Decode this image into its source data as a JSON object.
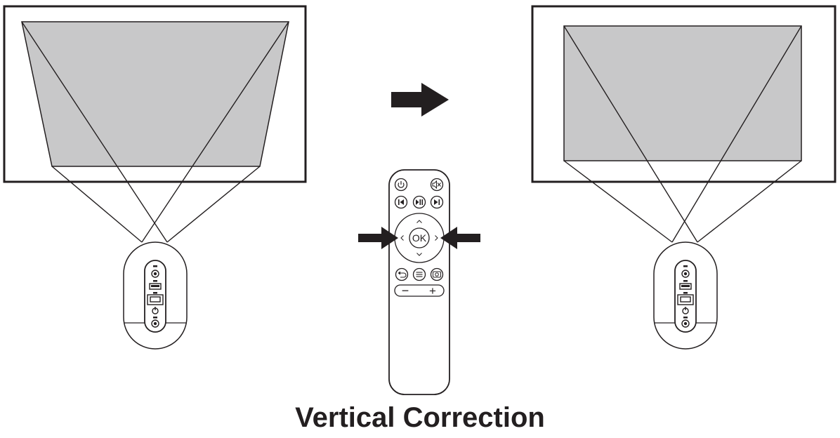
{
  "caption": "Vertical Correction",
  "colors": {
    "line": "#231f20",
    "image_fill": "#c8c8c9",
    "background": "#ffffff"
  },
  "left_scene": {
    "state": "before",
    "image_shape": "trapezoid (keystone distortion)",
    "projector_ports": [
      "audio-jack-icon",
      "usb-icon",
      "hdmi-icon",
      "power-icon",
      "dc-in-icon"
    ]
  },
  "right_scene": {
    "state": "after",
    "image_shape": "rectangle (corrected)",
    "projector_ports": [
      "audio-jack-icon",
      "usb-icon",
      "hdmi-icon",
      "power-icon",
      "dc-in-icon"
    ]
  },
  "transition_arrow": "right-arrow-icon",
  "remote": {
    "ok_label": "OK",
    "minus_label": "−",
    "plus_label": "+",
    "highlighted_buttons": [
      "left",
      "right"
    ],
    "pointer_arrows": [
      "arrow-pointing-right-icon",
      "arrow-pointing-left-icon"
    ]
  }
}
